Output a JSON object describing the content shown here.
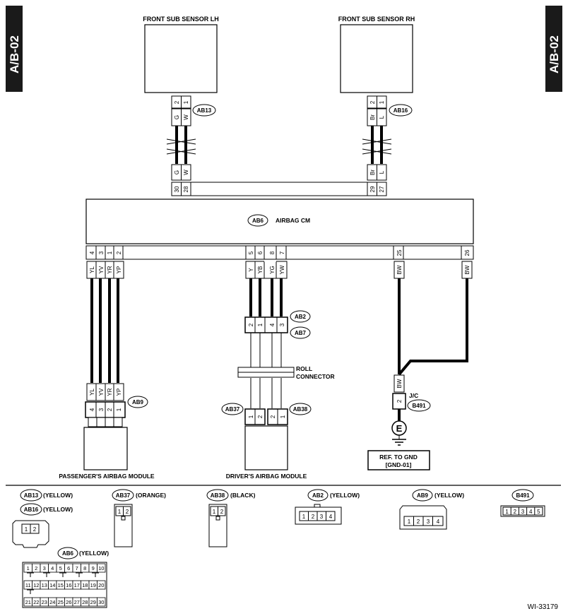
{
  "side_tab": "A/B-02",
  "components": {
    "front_lh": "FRONT SUB SENSOR LH",
    "front_rh": "FRONT SUB SENSOR RH",
    "airbag_cm": "AIRBAG CM",
    "roll_connector_l1": "ROLL",
    "roll_connector_l2": "CONNECTOR",
    "passenger_module": "PASSENGER'S AIRBAG MODULE",
    "driver_module": "DRIVER'S AIRBAG MODULE",
    "jc": "J/C",
    "ground_symbol": "E",
    "ref_gnd_l1": "REF. TO GND",
    "ref_gnd_l2": "[GND-01]"
  },
  "connectors": {
    "ab13": "AB13",
    "ab16": "AB16",
    "ab6": "AB6",
    "ab2": "AB2",
    "ab7": "AB7",
    "ab9": "AB9",
    "ab37": "AB37",
    "ab38": "AB38",
    "b491": "B491"
  },
  "wires": {
    "lh_top": [
      {
        "pin": "2",
        "color": "G"
      },
      {
        "pin": "1",
        "color": "W"
      }
    ],
    "lh_cm": [
      {
        "pin": "30",
        "color": "G"
      },
      {
        "pin": "28",
        "color": "W"
      }
    ],
    "rh_top": [
      {
        "pin": "2",
        "color": "Br"
      },
      {
        "pin": "1",
        "color": "L"
      }
    ],
    "rh_cm": [
      {
        "pin": "29",
        "color": "Br"
      },
      {
        "pin": "27",
        "color": "L"
      }
    ],
    "pass_cm": [
      {
        "pin": "4",
        "color": "YL"
      },
      {
        "pin": "3",
        "color": "YV"
      },
      {
        "pin": "1",
        "color": "YR"
      },
      {
        "pin": "2",
        "color": "YP"
      }
    ],
    "pass_ab9": [
      {
        "pin": "4",
        "color": "YL"
      },
      {
        "pin": "3",
        "color": "YV"
      },
      {
        "pin": "2",
        "color": "YR"
      },
      {
        "pin": "1",
        "color": "YP"
      }
    ],
    "drv_cm": [
      {
        "pin": "5",
        "color": "Y"
      },
      {
        "pin": "6",
        "color": "YB"
      },
      {
        "pin": "8",
        "color": "YG"
      },
      {
        "pin": "7",
        "color": "YW"
      }
    ],
    "drv_ab2_pins": [
      "2",
      "1",
      "4",
      "3"
    ],
    "ab37_pins": [
      "1",
      "2"
    ],
    "ab38_pins": [
      "2",
      "1"
    ],
    "gnd_cm": [
      {
        "pin": "25",
        "color": "BW"
      },
      {
        "pin": "26",
        "color": "BW"
      }
    ],
    "gnd_jc": {
      "pin": "2",
      "color": "BW"
    }
  },
  "legend": {
    "ab13": {
      "name": "AB13",
      "color": "(YELLOW)"
    },
    "ab16": {
      "name": "AB16",
      "color": "(YELLOW)"
    },
    "ab37": {
      "name": "AB37",
      "color": "(ORANGE)"
    },
    "ab38": {
      "name": "AB38",
      "color": "(BLACK)"
    },
    "ab2": {
      "name": "AB2",
      "color": "(YELLOW)"
    },
    "ab9": {
      "name": "AB9",
      "color": "(YELLOW)"
    },
    "b491": {
      "name": "B491",
      "color": ""
    },
    "ab6": {
      "name": "AB6",
      "color": "(YELLOW)"
    },
    "pins_2": [
      "1",
      "2"
    ],
    "pins_4": [
      "1",
      "2",
      "3",
      "4"
    ],
    "pins_5": [
      "1",
      "2",
      "3",
      "4",
      "5"
    ],
    "ab6_row1": [
      "1",
      "2",
      "3",
      "4",
      "5",
      "6",
      "7",
      "8",
      "9",
      "10"
    ],
    "ab6_row2": [
      "11",
      "12",
      "13",
      "14",
      "15",
      "16",
      "17",
      "18",
      "19",
      "20"
    ],
    "ab6_row3": [
      "21",
      "22",
      "23",
      "24",
      "25",
      "26",
      "27",
      "28",
      "29",
      "30"
    ]
  },
  "doc_id": "WI-33179"
}
